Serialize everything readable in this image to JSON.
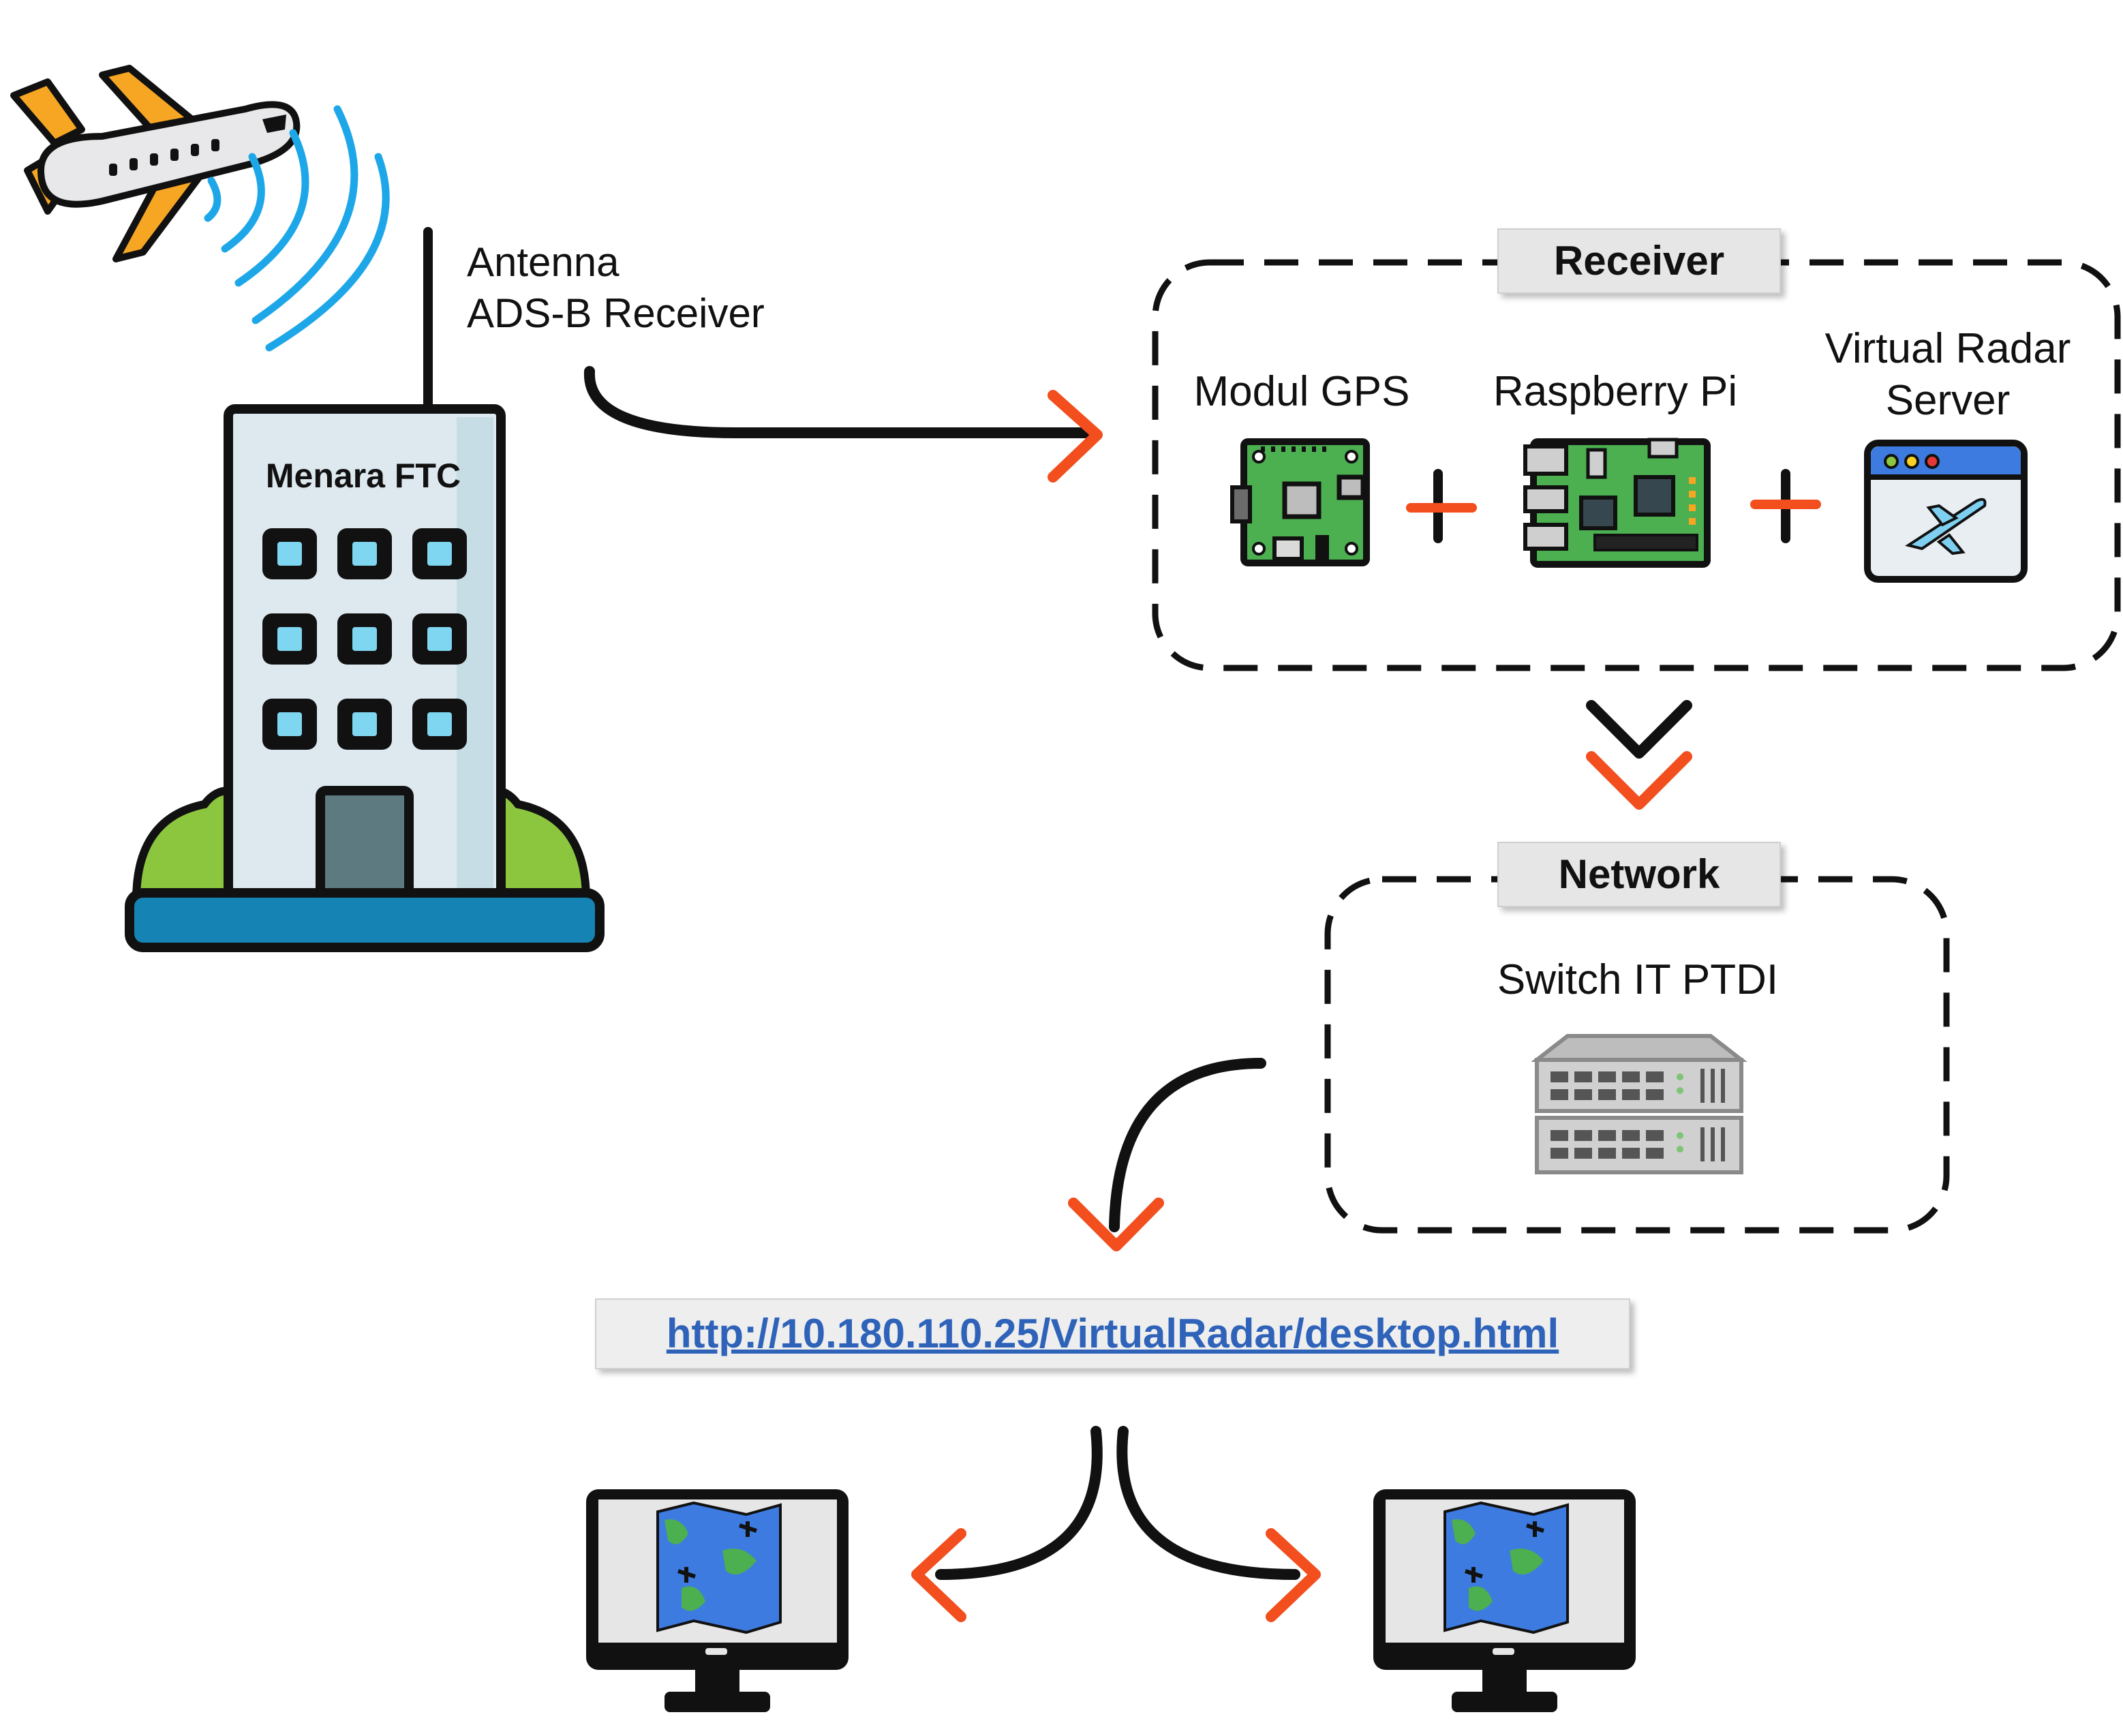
{
  "antenna_label": [
    "Antenna",
    "ADS-B Receiver"
  ],
  "tower_label": "Menara FTC",
  "receiver": {
    "title": "Receiver",
    "components": [
      "Modul GPS",
      "Raspberry Pi",
      "Virtual Radar",
      "Server"
    ]
  },
  "network": {
    "title": "Network",
    "component": "Switch IT PTDI"
  },
  "url": "http://10.180.110.25/VirtualRadar/desktop.html",
  "colors": {
    "arrow": "#f24e1e",
    "line": "#111111",
    "signal": "#1ea7e8",
    "link": "#2f63b9",
    "label_box": "#e6e6e6"
  }
}
